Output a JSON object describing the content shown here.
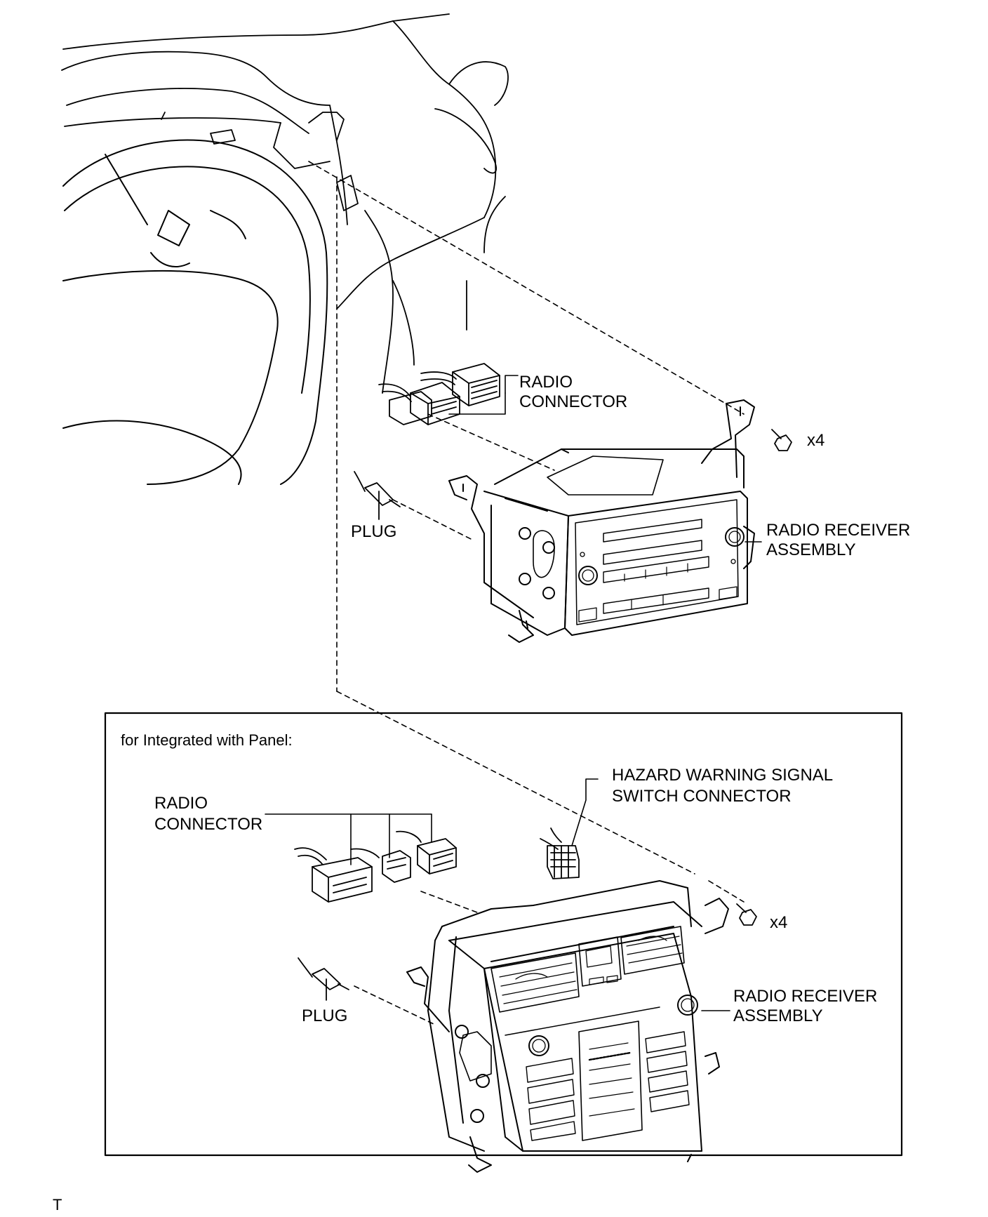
{
  "labels": {
    "radio_connector_top_1": "RADIO",
    "radio_connector_top_2": "CONNECTOR",
    "fastener_count_top": "x4",
    "plug_top": "PLUG",
    "radio_receiver_top_1": "RADIO RECEIVER",
    "radio_receiver_top_2": "ASSEMBLY",
    "inset_caption": "for Integrated with Panel:",
    "hazard_1": "HAZARD WARNING SIGNAL",
    "hazard_2": "SWITCH CONNECTOR",
    "radio_connector_bottom_1": "RADIO",
    "radio_connector_bottom_2": "CONNECTOR",
    "fastener_count_bottom": "x4",
    "plug_bottom": "PLUG",
    "radio_receiver_bottom_1": "RADIO RECEIVER",
    "radio_receiver_bottom_2": "ASSEMBLY",
    "corner_mark": "T"
  }
}
